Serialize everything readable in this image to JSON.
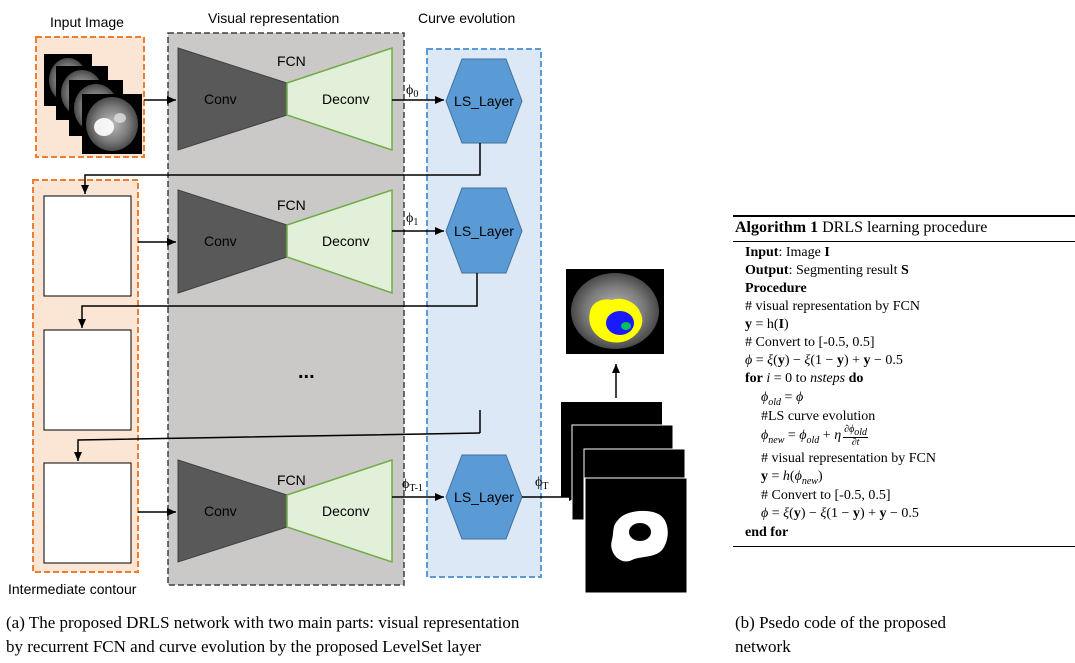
{
  "figure_a": {
    "labels": {
      "input_image": "Input Image",
      "visual_representation": "Visual representation",
      "curve_evolution": "Curve evolution",
      "intermediate_contour": "Intermediate contour",
      "fcn": "FCN",
      "conv": "Conv",
      "deconv": "Deconv",
      "ls_layer": "LS_Layer",
      "ellipsis": "...",
      "phi_symbol": "ϕ",
      "phi_0_sub": "0",
      "phi_1_sub": "1",
      "phi_t1_sub": "T-1",
      "phi_t_sub": "T"
    },
    "colors": {
      "input_box_fill": "#fbe6d6",
      "input_box_border": "#ed7d31",
      "gray_panel_fill": "#cbc8c8",
      "gray_panel_border": "#404040",
      "curve_panel_fill": "#dce8f5",
      "curve_panel_border": "#5b9bd5",
      "conv_fill": "#595959",
      "deconv_fill": "#e2efd9",
      "deconv_border": "#70ad47",
      "hexagon_fill": "#5b9bd5",
      "hexagon_border": "#41719c",
      "tumor_outer": "#ffff00",
      "tumor_inner": "#1a1aff",
      "tumor_core": "#00c060"
    }
  },
  "algorithm": {
    "title_bold": "Algorithm 1",
    "title_rest": " DRLS learning procedure",
    "input_label": "Input",
    "input_text": ": Image ",
    "input_var": "I",
    "output_label": "Output",
    "output_text": ": Segmenting result ",
    "output_var": "S",
    "procedure": "Procedure",
    "c1": "# visual representation by FCN",
    "c2": "# Convert to [-0.5, 0.5]",
    "for_kw": "for",
    "do_kw": "do",
    "c3": "#LS curve evolution",
    "c4": "# visual representation by FCN",
    "c5": "# Convert to [-0.5, 0.5]",
    "end_for": "end for"
  },
  "captions": {
    "a_line1": "(a) The proposed DRLS network with two main parts: visual representation",
    "a_line2": "by recurrent FCN and curve evolution by the proposed LevelSet layer",
    "b_line1": "(b) Psedo code of the proposed",
    "b_line2": "network"
  }
}
